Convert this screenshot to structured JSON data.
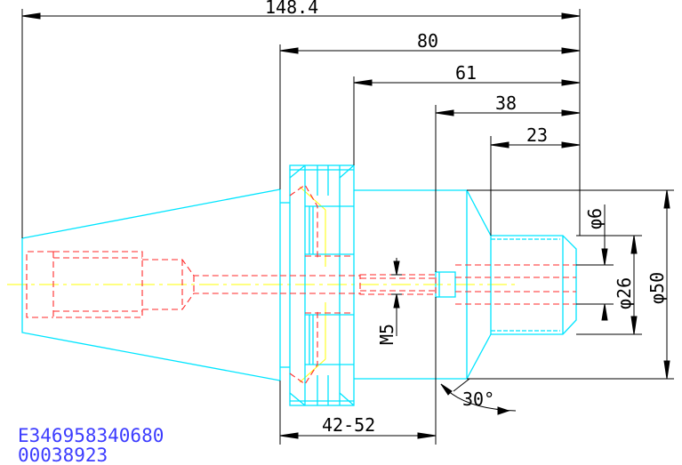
{
  "dimensions": {
    "overall_length": "148.4",
    "flange_to_end": "80",
    "body_length": "61",
    "shank_length": "38",
    "nose_length": "23",
    "flange_gap": "42-52",
    "thread": "M5",
    "dia_small": "φ6",
    "dia_shank": "φ26",
    "dia_nose": "φ50",
    "chamfer_angle": "30°"
  },
  "part_code": {
    "line1": "E346958340680",
    "line2": "00038923"
  },
  "colors": {
    "background": "#ffffff",
    "outline": "#00e5ff",
    "hidden": "#ff2a2a",
    "centerline": "#ffff00",
    "dimension": "#000000",
    "code_text": "#3c3cff"
  }
}
